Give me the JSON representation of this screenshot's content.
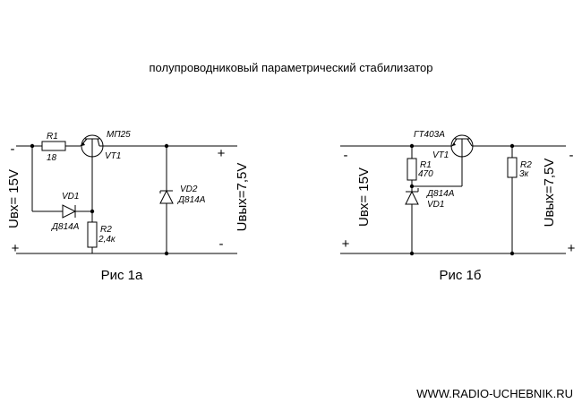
{
  "title": "полупроводниковый параметрический стабилизатор",
  "website": "WWW.RADIO-UCHEBNIK.RU",
  "fig_a": {
    "caption": "Рис 1а",
    "input_voltage": "Uвх= 15V",
    "output_voltage": "Uвых=7,5V",
    "plus": "+",
    "minus": "-",
    "r1_name": "R1",
    "r1_value": "18",
    "transistor_type": "МП25",
    "transistor_name": "VT1",
    "vd1_name": "VD1",
    "vd1_type": "Д814А",
    "r2_name": "R2",
    "r2_value": "2,4к",
    "vd2_name": "VD2",
    "vd2_type": "Д814А"
  },
  "fig_b": {
    "caption": "Рис 1б",
    "input_voltage": "Uвх= 15V",
    "output_voltage": "Uвых=7,5V",
    "plus": "+",
    "minus": "-",
    "transistor_type": "ГТ403А",
    "transistor_name": "VT1",
    "r1_name": "R1",
    "r1_value": "470",
    "vd1_type": "Д814А",
    "vd1_name": "VD1",
    "r2_name": "R2",
    "r2_value": "3к"
  }
}
